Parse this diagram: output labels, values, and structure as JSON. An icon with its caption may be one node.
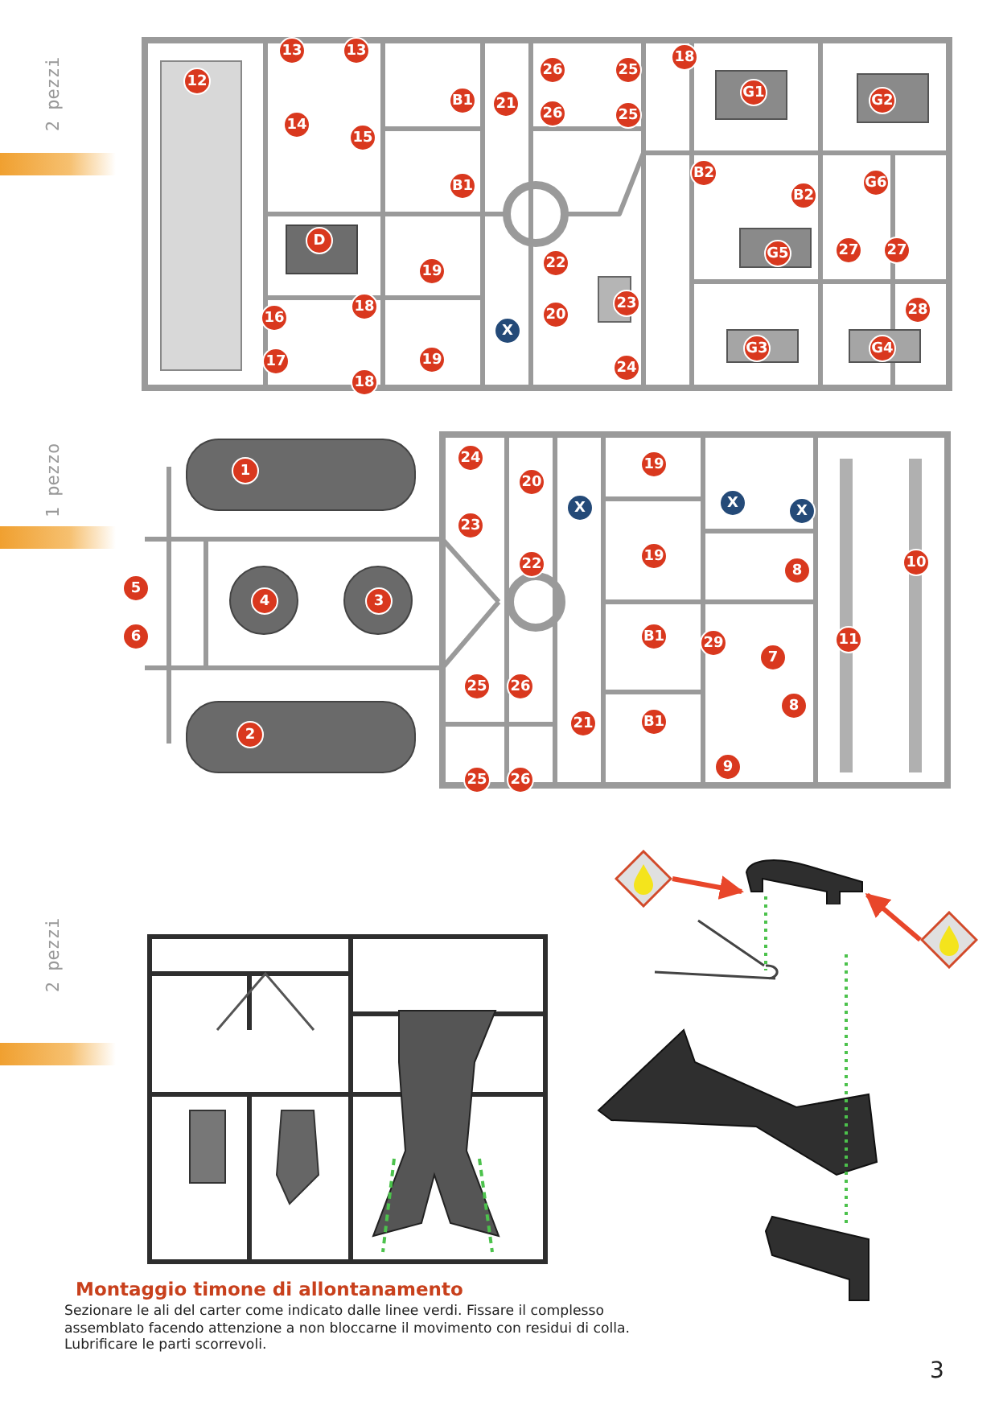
{
  "diagram": {
    "title": "Montaggio timone di allontanamento",
    "nodes": [
      {
        "text": [],
        "shape": "picture"
      },
      {
        "text": [],
        "shape": "picture"
      },
      {
        "text": [],
        "shape": "picture"
      }
    ],
    "edges": [
      {
        "from": 0,
        "to": 1,
        "arrow": "to"
      },
      {
        "from": 2,
        "to": 1,
        "arrow": "to"
      }
    ],
    "labels": [
      "2 pezzi",
      "12",
      "13",
      "13",
      "14",
      "15",
      "B1",
      "21",
      "26",
      "25",
      "18",
      "G1",
      "G2",
      "26",
      "25",
      "B2",
      "B1",
      "G6",
      "B2",
      "D",
      "22",
      "G5",
      "27",
      "27",
      "19",
      "18",
      "23",
      "28",
      "16",
      "20",
      "X",
      "G3",
      "G4",
      "17",
      "19",
      "24",
      "18",
      "1 pezzo",
      "1",
      "24",
      "20",
      "19",
      "X",
      "X",
      "X",
      "23",
      "22",
      "19",
      "8",
      "10",
      "5",
      "4",
      "3",
      "6",
      "B1",
      "29",
      "7",
      "11",
      "25",
      "26",
      "8",
      "21",
      "B1",
      "2",
      "9",
      "25",
      "26",
      "2 pezzi",
      "Sezionare le ali del carter come indicato dalle linee verdi. Fissare il complesso assemblato facendo attenzione a non bloccarne il movimento con residui di colla. Lubrificare le parti scorrevoli.",
      "3"
    ]
  }
}
